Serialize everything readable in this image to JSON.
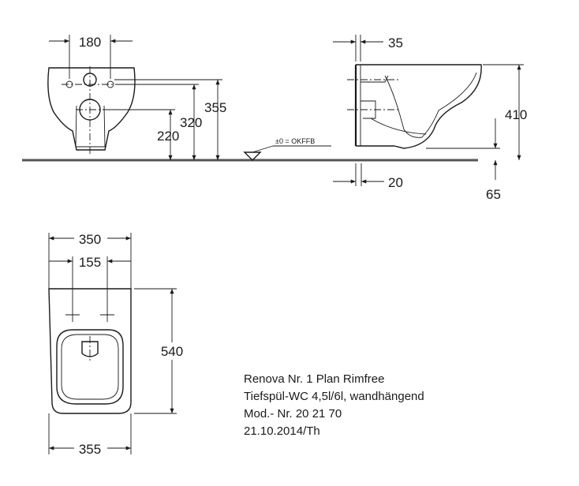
{
  "drawing": {
    "front_view": {
      "dim_width": "180",
      "dim_height_total": "355",
      "dim_height_upper": "320",
      "dim_height_lower": "220"
    },
    "side_view": {
      "dim_top_offset": "35",
      "dim_height": "410",
      "dim_bottom_offset": "20",
      "dim_floor": "65",
      "floor_label": "±0 = OKFFB"
    },
    "top_view": {
      "dim_width_outer": "350",
      "dim_width_inner": "155",
      "dim_length": "540",
      "dim_width_bottom": "355"
    },
    "info": {
      "line1": "Renova Nr. 1 Plan Rimfree",
      "line2": "Tiefspül-WC 4,5l/6l, wandhängend",
      "line3": "Mod.- Nr. 20 21 70",
      "line4": "21.10.2014/Th"
    }
  }
}
